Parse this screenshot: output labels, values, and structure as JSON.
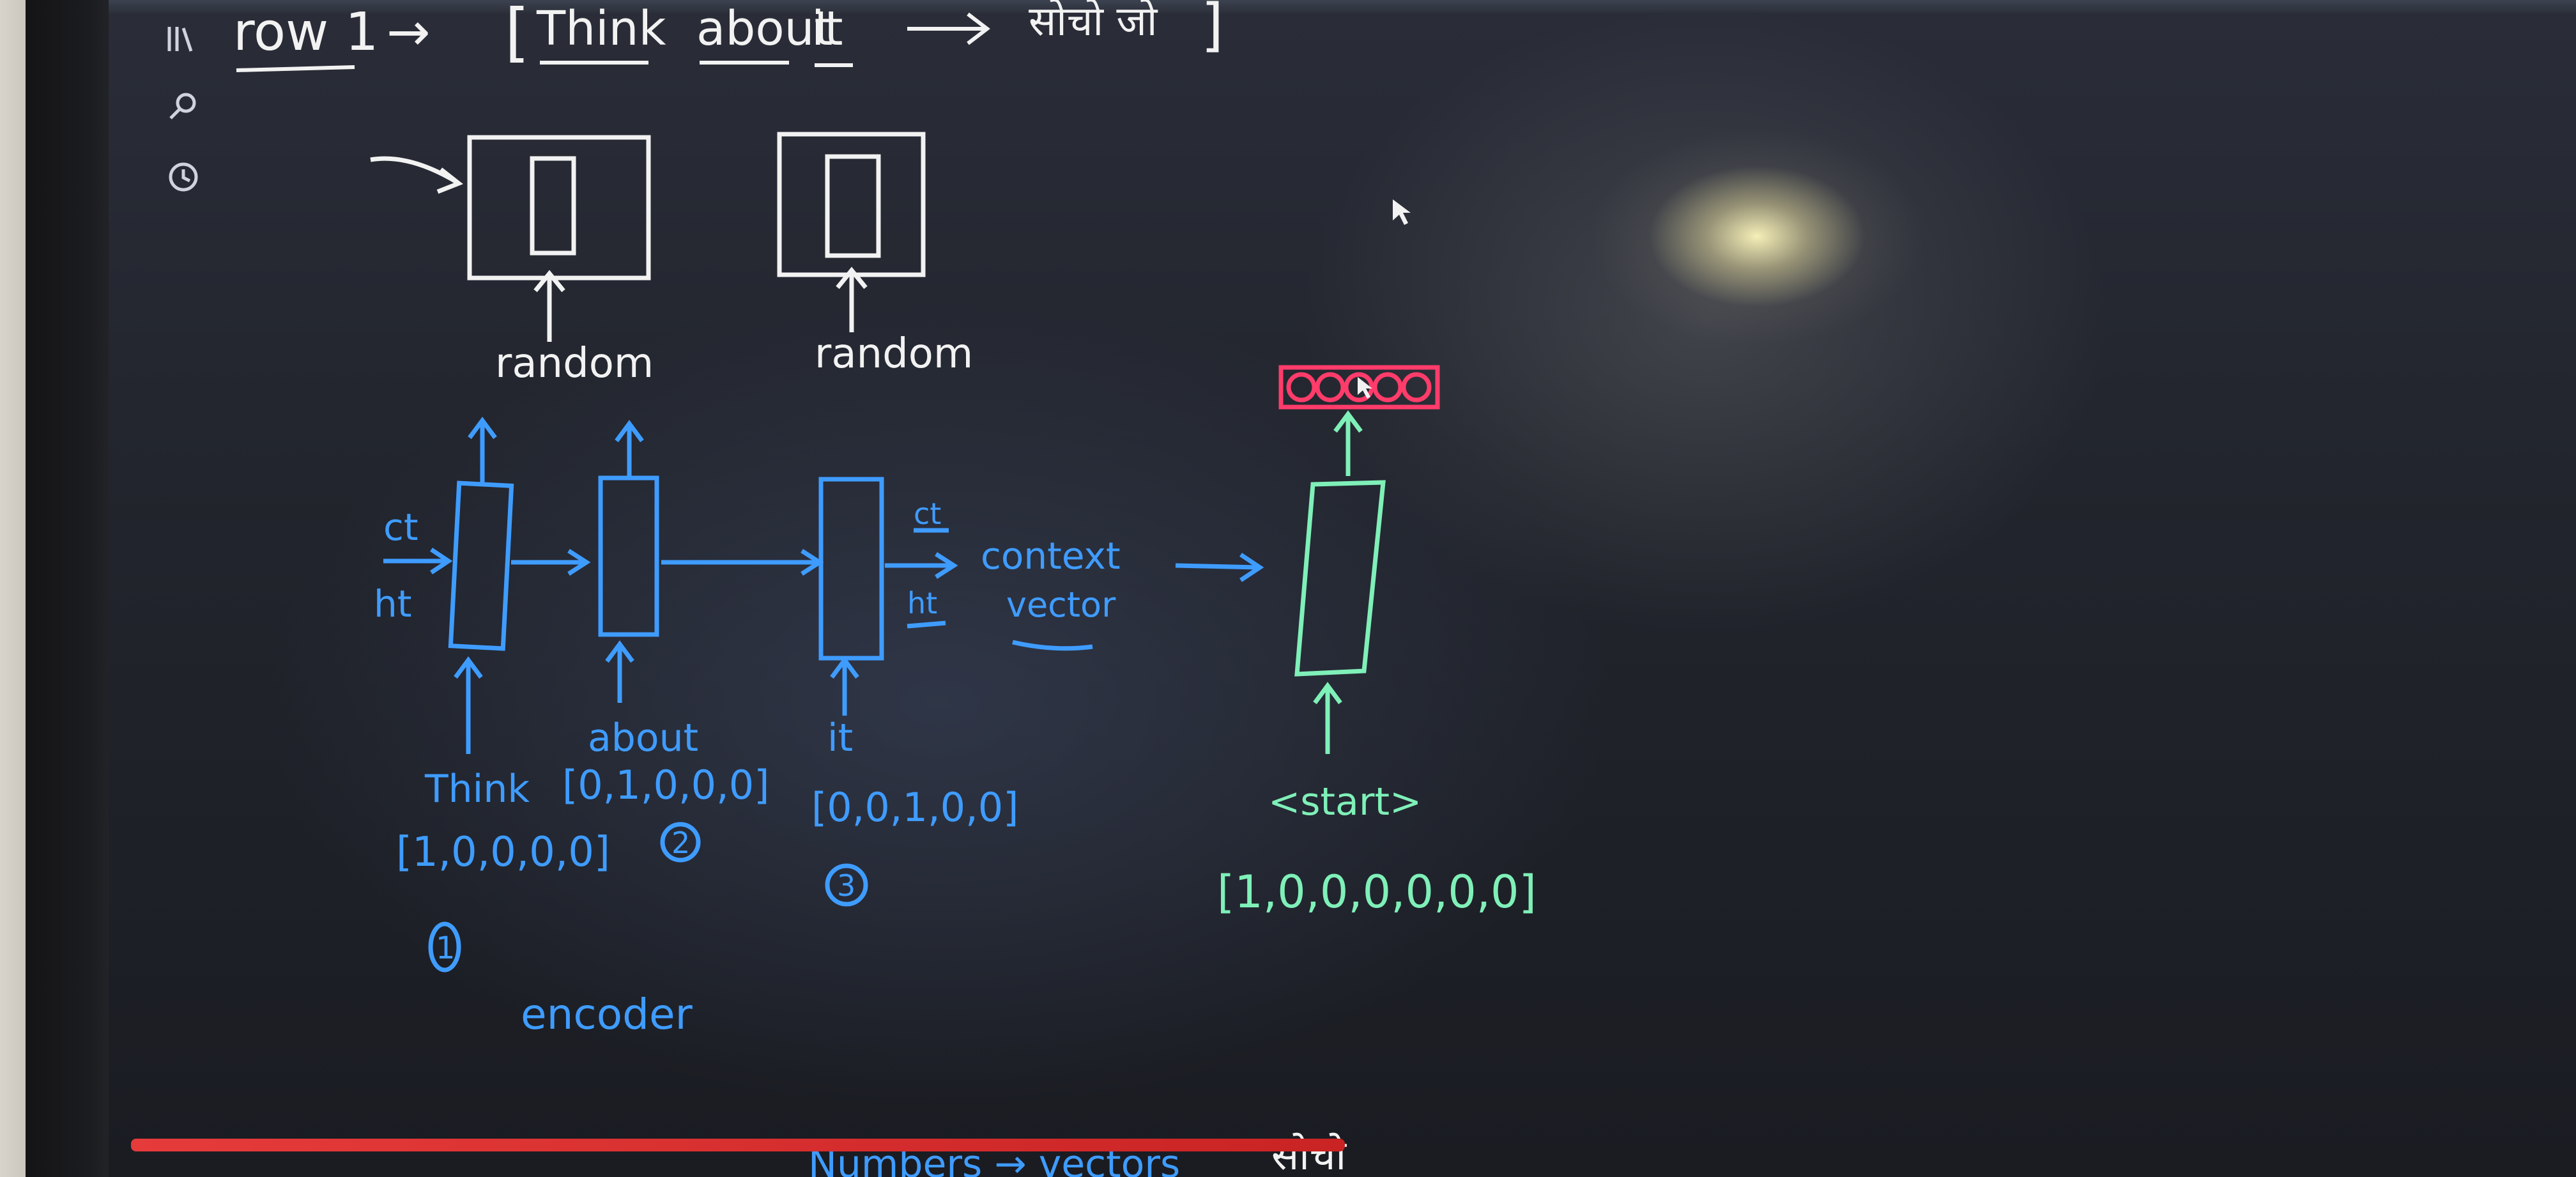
{
  "app": {
    "toolbar_icons": [
      "library-icon",
      "search-icon",
      "history-icon"
    ]
  },
  "header": {
    "row_label": "row 1",
    "arrow": "→",
    "sentence_open": "[",
    "words": [
      "Think",
      "about",
      "it"
    ],
    "translation": "सोचो जो",
    "sentence_close": "]"
  },
  "top_boxes": {
    "left_label": "random",
    "right_label": "random"
  },
  "encoder": {
    "cell_input_c": "ct",
    "cell_input_h": "ht",
    "tokens": [
      {
        "word": "Think",
        "vector": "[1,0,0,0,0]",
        "index": "1"
      },
      {
        "word": "about",
        "vector": "[0,1,0,0,0]",
        "index": "2"
      },
      {
        "word": "it",
        "vector": "[0,0,1,0,0]",
        "index": "3"
      }
    ],
    "output_c": "ct",
    "output_h": "ht",
    "context_label_1": "context",
    "context_label_2": "vector",
    "footer_label": "encoder"
  },
  "decoder": {
    "start_token": "<start>",
    "start_vector": "[1,0,0,0,0,0,0]",
    "output_cells": 5
  },
  "bottom": {
    "caption": "Numbers → vectors",
    "hindi": "सोचो"
  },
  "colors": {
    "encoder_blue": "#3f9cff",
    "decoder_green": "#7ff0b8",
    "output_red": "#ff3c6a",
    "chalk_white": "#f2f2f2",
    "progress_red": "#e63b3b"
  }
}
